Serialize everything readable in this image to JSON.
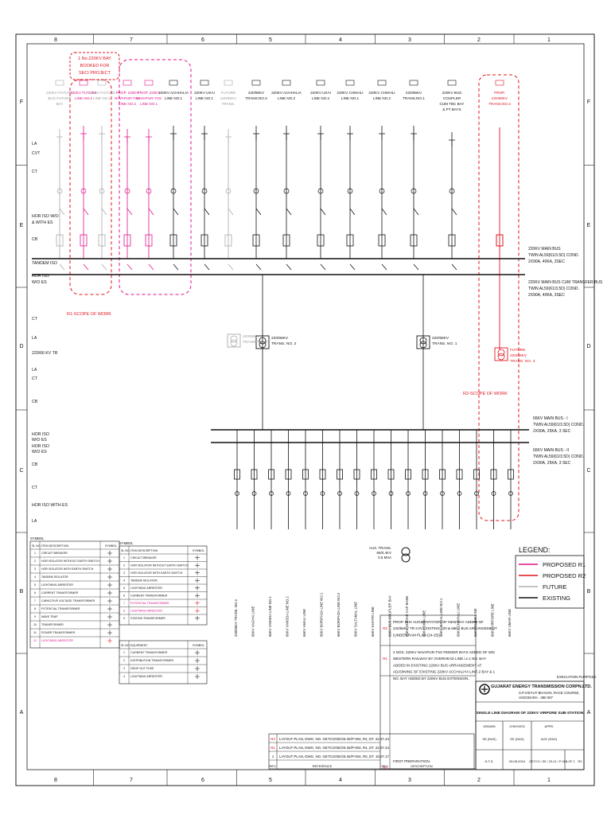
{
  "columns": [
    "8",
    "7",
    "6",
    "5",
    "4",
    "3",
    "2",
    "1"
  ],
  "rows": [
    "F",
    "E",
    "D",
    "C",
    "B",
    "A"
  ],
  "notes": {
    "booked": [
      "1 No.220KV BAY",
      "BOOKED FOR",
      "SECI PROJECT"
    ],
    "r1_scope": "R1-SCOPE OF WORK",
    "r2_scope": "R2-SCOPE OF WORK"
  },
  "bays": [
    {
      "tag": "",
      "label": [
        "220KV FUTURE",
        "BUS FUTURE",
        "BAY"
      ],
      "kind": "future"
    },
    {
      "tag": "",
      "label": [
        "220KV FUTURE",
        "LINE NO.2"
      ],
      "kind": "r1"
    },
    {
      "tag": "",
      "label": [
        "220KV FUTURE",
        "LINE NO.1"
      ],
      "kind": "future"
    },
    {
      "tag": "",
      "label": [
        "PROP. 220KV",
        "NAVAPUR-TSS",
        "LINE NO.2"
      ],
      "kind": "r1"
    },
    {
      "tag": "",
      "label": [
        "PROP. 220KV",
        "NAVAPUR-TSS",
        "LINE NO.1"
      ],
      "kind": "r1"
    },
    {
      "tag": "",
      "label": [
        "220KV ACHHALIA",
        "LINE NO.1"
      ],
      "kind": "existing"
    },
    {
      "tag": "",
      "label": [
        "220KV UKAI",
        "LINE NO.1"
      ],
      "kind": "existing"
    },
    {
      "tag": "",
      "label": [
        "FUTURE",
        "220/66KV",
        "TRANS."
      ],
      "kind": "future"
    },
    {
      "tag": "",
      "label": [
        "220/66KV",
        "TRANS.NO.2"
      ],
      "kind": "existing"
    },
    {
      "tag": "",
      "label": [
        "220KV ACHHALIA",
        "LINE NO.2"
      ],
      "kind": "existing"
    },
    {
      "tag": "",
      "label": [
        "220KV UKAI",
        "LINE NO.2"
      ],
      "kind": "existing"
    },
    {
      "tag": "",
      "label": [
        "220KV CHIKHLI",
        "LINE NO.1"
      ],
      "kind": "existing"
    },
    {
      "tag": "",
      "label": [
        "220KV CHIKHLI",
        "LINE NO.2"
      ],
      "kind": "existing"
    },
    {
      "tag": "",
      "label": [
        "220/66KV",
        "TRANS.NO.1"
      ],
      "kind": "existing"
    },
    {
      "tag": "",
      "label": [
        "220KV BUS",
        "COUPLER",
        "CUM TBC BAY",
        "& PT BAYS"
      ],
      "kind": "existing"
    },
    {
      "tag": "",
      "label": [
        "PROP.",
        "220/66KV",
        "TRANS.NO.3"
      ],
      "kind": "r2"
    }
  ],
  "left_labels": [
    "LA",
    "CVT",
    "CT",
    "HOR ISO W/O",
    "& WITH ES",
    "CB",
    "TANDEM ISO",
    "HOR ISO",
    "W/O ES",
    "CT",
    "LA",
    "220/66 KV TR",
    "LA",
    "CT",
    "CB",
    "HOR ISO",
    "W/O ES",
    "HOR ISO",
    "W/O ES",
    "CB",
    "CT",
    "HOR ISO WITH ES",
    "LA"
  ],
  "buses": [
    {
      "label": [
        "220KV MAIN BUS",
        "TWIN AL59(61/3.5D) COND.",
        "2X90A, 40KA, 3SEC"
      ]
    },
    {
      "label": [
        "220KV MAIN BUS CUM TRANSFER BUS",
        "TWIN AL59(61/3.5D) COND.",
        "2X90A, 40KA, 3SEC"
      ]
    },
    {
      "label": [
        "66KV MAIN BUS - I",
        "TWIN AL59(61/3.5D) COND.",
        "2X90A, 25KA, 3 SEC"
      ]
    },
    {
      "label": [
        "66KV MAIN BUS - II",
        "TWIN AL59(61/3.5D) COND.",
        "2X90A, 25KA, 3 SEC"
      ]
    }
  ],
  "transformers": [
    {
      "label": [
        "220/66KV",
        "TRANS. NO. 2"
      ]
    },
    {
      "label": [
        "220/66KV",
        "TRANS. NO. 1"
      ]
    },
    {
      "label": [
        "220/66KV",
        "TRANS. NO. 4"
      ]
    },
    {
      "label": [
        "FUTURE",
        "220/66KV",
        "TRANS. NO. 3"
      ]
    }
  ],
  "feeders66": [
    "220/66KV TRANS. NO.2",
    "66KV VAGHAI LINE",
    "66KV VANSDA LINE NO.1",
    "66KV VANSDA LINE NO.2",
    "66KV AMALI LINE",
    "66KV BORIPADA LINE NO.1",
    "66KV BORIPADA LINE NO.2",
    "66KV SALTAMAL LINE",
    "66KV KHATRI LINE",
    "66KV BUS COUPLER BAY",
    "66KV 31MVAR CAP BANK",
    "66KV DIWA LINE",
    "66KV MAHAL LINE NO.1",
    "66KV CHIKHALI LINE",
    "66KV SUBIR LINE",
    "66KV VIRPORE LINE",
    "66KV UMAR LINE"
  ],
  "aux_tr_label": [
    "AUX. TRANS.",
    "66/0.4KV",
    "0.5 MVA"
  ],
  "legend": {
    "title": "LEGEND:",
    "items": [
      {
        "label": "PROPOSED R1",
        "color": "#e0148c"
      },
      {
        "label": "PROPOSED R2",
        "color": "#e0141e"
      },
      {
        "label": "FUTURE",
        "color": "#b0b0b0"
      },
      {
        "label": "EXISTING",
        "color": "#111111"
      }
    ]
  },
  "symbol_tables": [
    {
      "title": "SYMBOL",
      "headers": [
        "SL NO.",
        "ITEM DESCRIPTION",
        "SYMBOL"
      ],
      "rows": [
        "CIRCUIT BREAKER",
        "HOR ISOLATOR WITHOUT EARTH SWITCH",
        "HOR ISOLATOR WITH EARTH SWITCH",
        "TANDEM ISOLATOR",
        "LIGHTNING ARRESTER",
        "CURRENT TRANSFORMER",
        "CAPACITIVE VOLTAGE TRANSFORMER",
        "POTENTIAL TRANSFORMER",
        "WAVE TRAP",
        "TRANSFORMER",
        "POWER TRANSFORMER",
        "LIGHTNING ARRESTER"
      ]
    },
    {
      "title": "SYMBOL",
      "headers": [
        "SL NO.",
        "ITEM DESCRIPTION",
        "SYMBOL"
      ],
      "rows": [
        "CIRCUIT BREAKER",
        "HOR ISOLATOR WITHOUT EARTH SWITCH",
        "HOR ISOLATOR WITH EARTH SWITCH",
        "TANDEM ISOLATOR",
        "LIGHTNING ARRESTER",
        "CURRENT TRANSFORMER",
        "POTENTIAL TRANSFORMER",
        "LIGHTNING ARRESTER",
        "STATION TRANSFORMER"
      ]
    },
    {
      "title": "",
      "headers": [
        "SL NO.",
        "EQUIPMENT",
        "SYMBOL"
      ],
      "rows": [
        "CURRENT TRANSFORMER",
        "DISTRIBUTION TRANSFORMER",
        "DROP OUT FUSE",
        "LIGHTNING ARRESTER"
      ]
    }
  ],
  "revisions": [
    {
      "rev": "R2",
      "text": [
        "PROP. EHV AUGMENTATION OF NEW BAY ADDED OF",
        "220/66KV TR-3 IN EXISTING 220 & 66KV BUS ARRANGEMENT",
        "(UNDER RAM PLAN (24-25))"
      ]
    },
    {
      "rev": "R1",
      "text": [
        "2 NOS. 220KV NAVAPUR-TSS FEEDER BAYS ADDED OF M/S",
        "WESTERN RAILWAY BY OVERHEAD LINE i.e.1 NO. BAY",
        "ADDED IN EXISTING 220KV BUS ARRANGEMENT AT",
        "ADJOINING OF EXISTING 220KV ACCHALIYA LINE-2 BAY & 1",
        "NO. BAY ADDED BY 220KV BUS EXTENSION."
      ]
    },
    {
      "rev": "R0",
      "text": [
        "FIRST PREPARATION."
      ]
    }
  ],
  "references": [
    {
      "rev": "R2",
      "text": "LAYOUT PLAN, DWG. NO. GETCO/SE/25-26/P-004, R4, DT. 22.07.24"
    },
    {
      "rev": "R1",
      "text": "LAYOUT PLAN, DWG. NO. GETCO/SE/25-26/P-004, R4, DT. 22.07.24"
    },
    {
      "rev": "1",
      "text": "LAYOUT PLAN, DWG. NO. GETCO/SE/25-26/P-004, R0, DT. 19.07.17"
    }
  ],
  "ref_footer": [
    "REV.",
    "REFERENCE",
    "REV.",
    "DESCRIPTION"
  ],
  "title_block": {
    "company": "GUJARAT ENERGY TRANSMISSION CORPN.LTD.",
    "address": [
      "S.P.VIDYUT BHAVAN, RACE COURSE,",
      "VADODARA - 390 007"
    ],
    "drawing_title": "SINGLE LINE DIAGRAM OF 220KV VIRPORE SUB-STATION",
    "purpose": "EXECUTION PURPOSE",
    "roles": [
      "DRAWN",
      "CHECKED",
      "APPD"
    ],
    "role_values": [
      "SE (RAS)",
      "EE (RAS)",
      "ACE (RAS)"
    ],
    "scale": "N.T.S.",
    "date": "05.08.2024",
    "dwg_no": "GETCO / SE / 20-21 / P-003",
    "sheet": "1 OF 1",
    "rev": "R2"
  }
}
